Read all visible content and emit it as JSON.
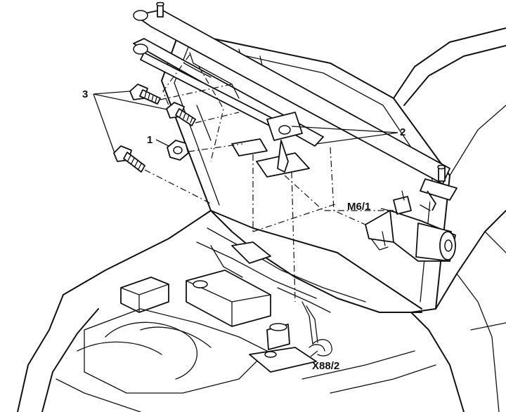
{
  "callouts": {
    "bolts": "3",
    "nut": "1",
    "linkage": "2",
    "motor": "M6/1",
    "connector": "X88/2"
  }
}
